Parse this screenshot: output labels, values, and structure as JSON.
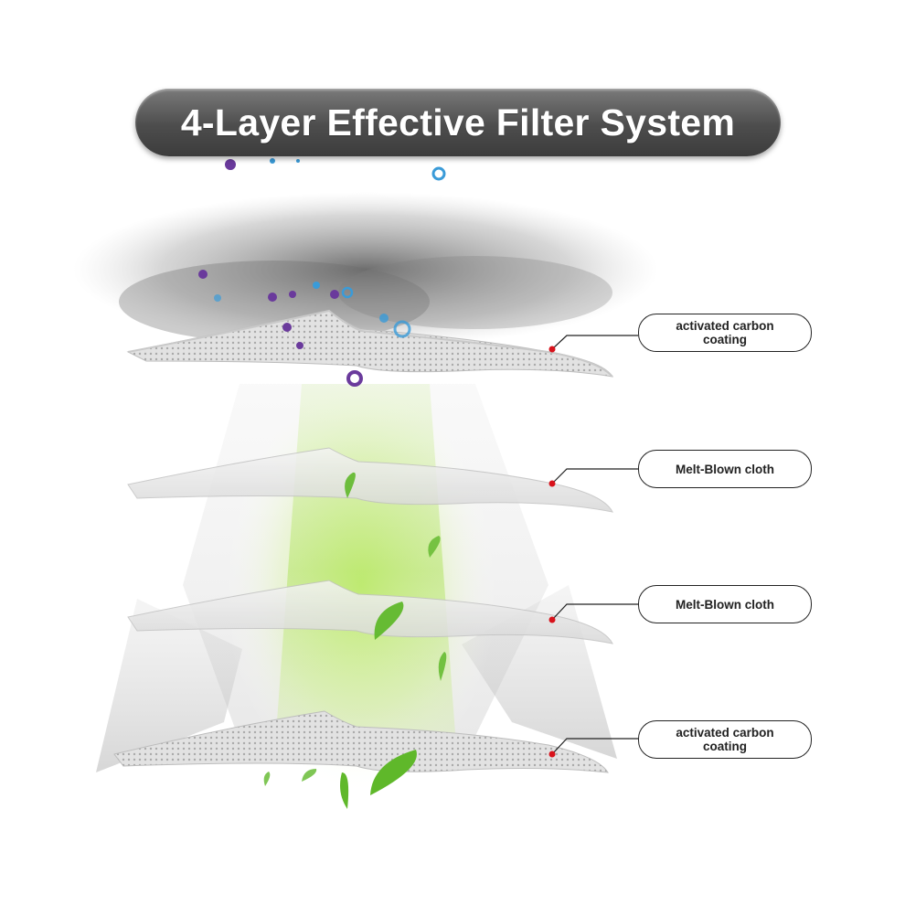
{
  "header": {
    "title": "4-Layer Effective Filter System"
  },
  "layers": [
    {
      "label": "activated carbon\ncoating"
    },
    {
      "label": "Melt-Blown cloth"
    },
    {
      "label": "Melt-Blown cloth"
    },
    {
      "label": "activated carbon\ncoating"
    }
  ],
  "colors": {
    "title_pill": "#4d4d4d",
    "marker_dot": "#d8121b",
    "leaf_green": "#5fb82a",
    "particle_purple": "#6a3a9c",
    "particle_blue": "#3a9bd8"
  }
}
